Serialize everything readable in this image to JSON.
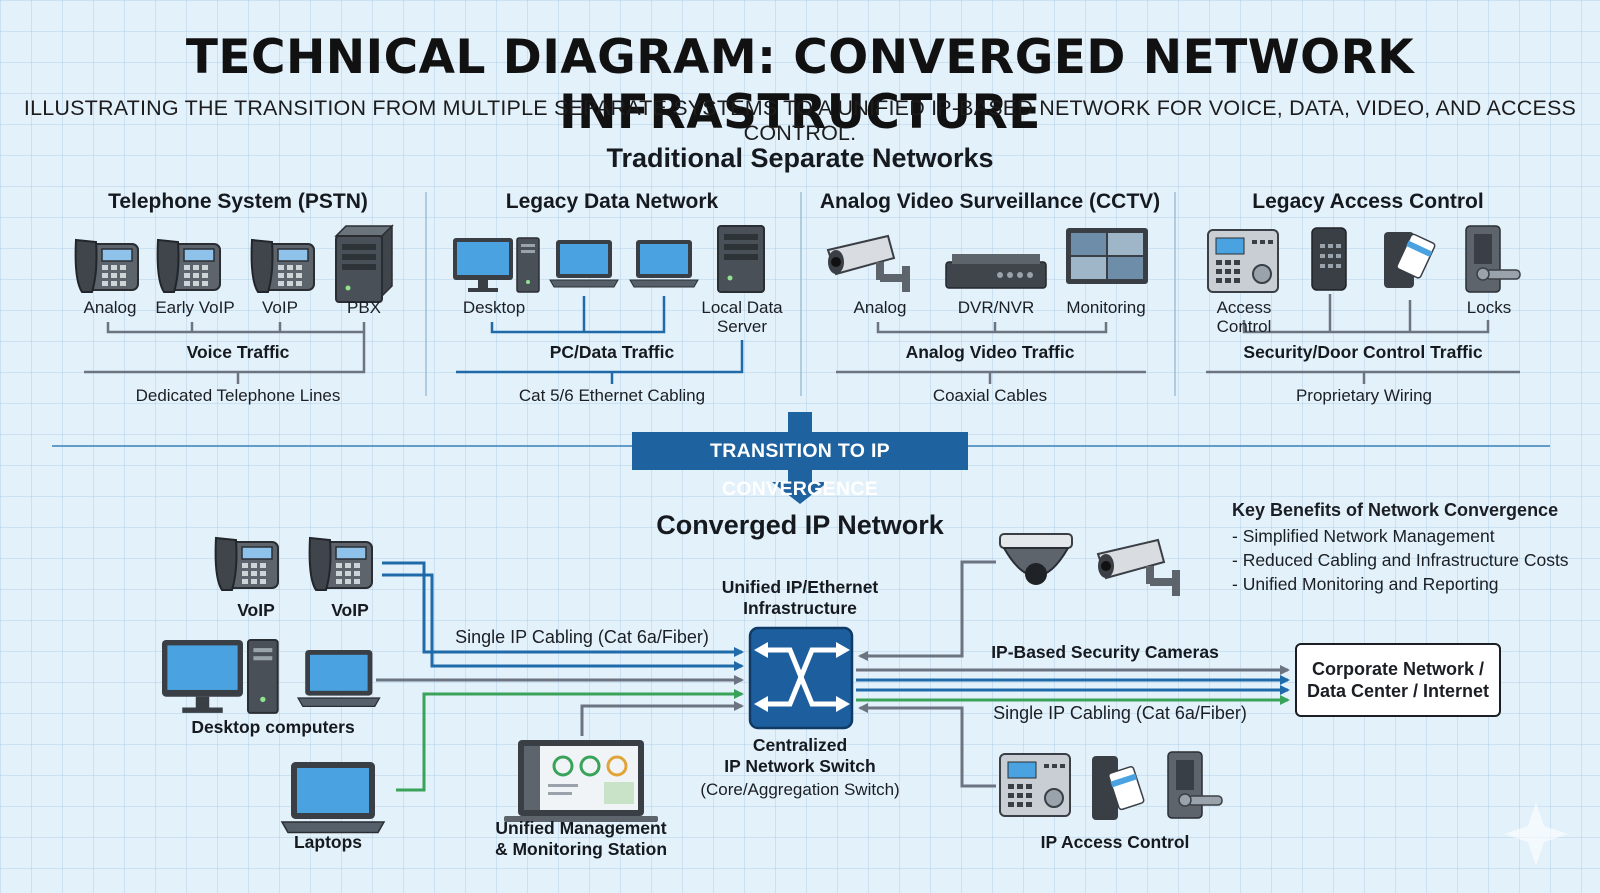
{
  "header": {
    "title": "TECHNICAL DIAGRAM: CONVERGED NETWORK INFRASTRUCTURE",
    "subtitle": "ILLUSTRATING THE TRANSITION FROM MULTIPLE SEPARATE SYSTEMS TO A UNIFIED IP-BASED NETWORK FOR VOICE, DATA, VIDEO, AND ACCESS CONTROL."
  },
  "traditional": {
    "heading": "Traditional Separate Networks",
    "columns": [
      {
        "title": "Telephone System (PSTN)",
        "devices": [
          "Analog",
          "Early VoIP",
          "VoIP",
          "PBX"
        ],
        "traffic": "Voice Traffic",
        "medium": "Dedicated Telephone Lines"
      },
      {
        "title": "Legacy Data Network",
        "devices": [
          "Desktop",
          "Local Data Server"
        ],
        "traffic": "PC/Data Traffic",
        "medium": "Cat 5/6 Ethernet Cabling"
      },
      {
        "title": "Analog Video Surveillance (CCTV)",
        "devices": [
          "Analog",
          "DVR/NVR",
          "Monitoring"
        ],
        "traffic": "Analog Video Traffic",
        "medium": "Coaxial Cables"
      },
      {
        "title": "Legacy Access Control",
        "devices": [
          "Access Control",
          "Locks"
        ],
        "traffic": "Security/Door Control Traffic",
        "medium": "Proprietary Wiring"
      }
    ]
  },
  "transition": {
    "label": "TRANSITION TO IP CONVERGENCE"
  },
  "converged": {
    "heading": "Converged IP Network",
    "voip_labels": [
      "VoIP",
      "VoIP"
    ],
    "desktops_label": "Desktop computers",
    "laptops_label": "Laptops",
    "mgmt_label": [
      "Unified Management",
      "& Monitoring Station"
    ],
    "infra_label": [
      "Unified IP/Ethernet",
      "Infrastructure"
    ],
    "switch_label": [
      "Centralized",
      "IP Network Switch"
    ],
    "switch_sub": "(Core/Aggregation Switch)",
    "cabling_left": "Single IP Cabling (Cat 6a/Fiber)",
    "cabling_right": "Single IP Cabling (Cat 6a/Fiber)",
    "cameras_label": "IP-Based Security Cameras",
    "access_label": "IP Access Control",
    "corporate": [
      "Corporate Network /",
      "Data Center / Internet"
    ]
  },
  "benefits": {
    "heading": "Key Benefits of Network Convergence",
    "items": [
      "- Simplified Network Management",
      "- Reduced Cabling and Infrastructure Costs",
      "- Unified Monitoring and Reporting"
    ]
  },
  "colors": {
    "line_gray": "#6b7480",
    "line_blue": "#1f6aa8",
    "line_green": "#3aa35a",
    "banner": "#1e62a0",
    "switch": "#1d5f9e"
  }
}
